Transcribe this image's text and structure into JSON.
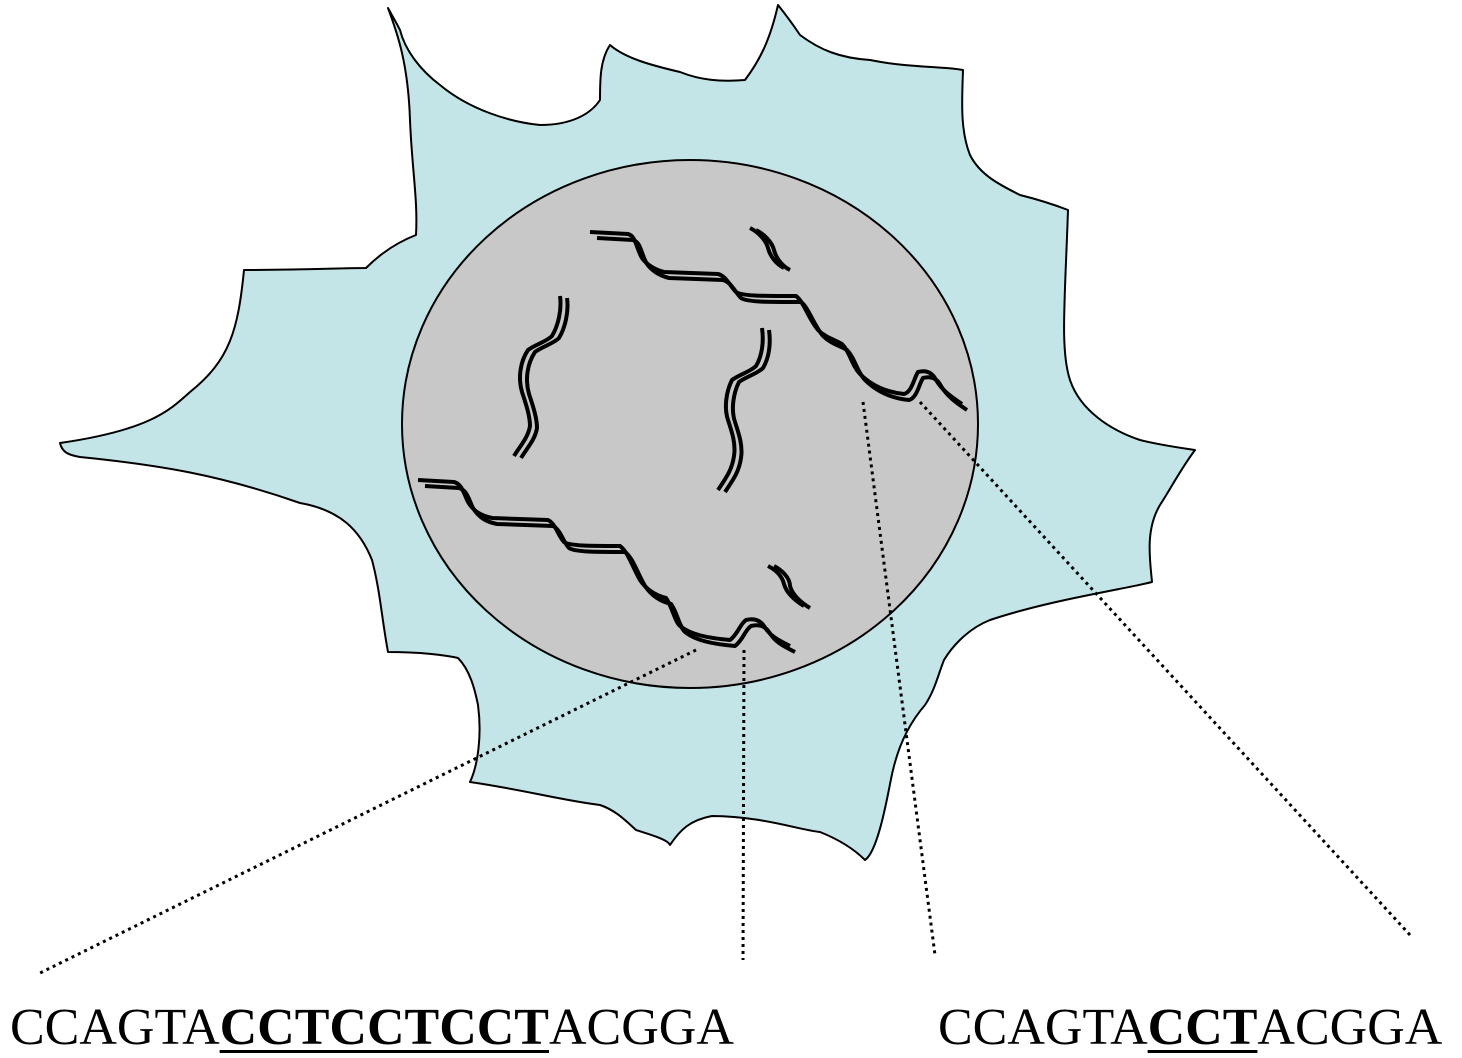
{
  "colors": {
    "cytoplasm": "#c4e5e8",
    "nucleus": "#c8c8c8",
    "outline": "#000000",
    "dna": "#000000"
  },
  "sequences": {
    "left": {
      "flank_5": "CCAGTA",
      "repeat": "CCTCCTCCT",
      "flank_3": "ACGGA"
    },
    "right": {
      "flank_5": "CCAGTA",
      "repeat": "CCT",
      "flank_3": "ACGGA"
    }
  }
}
